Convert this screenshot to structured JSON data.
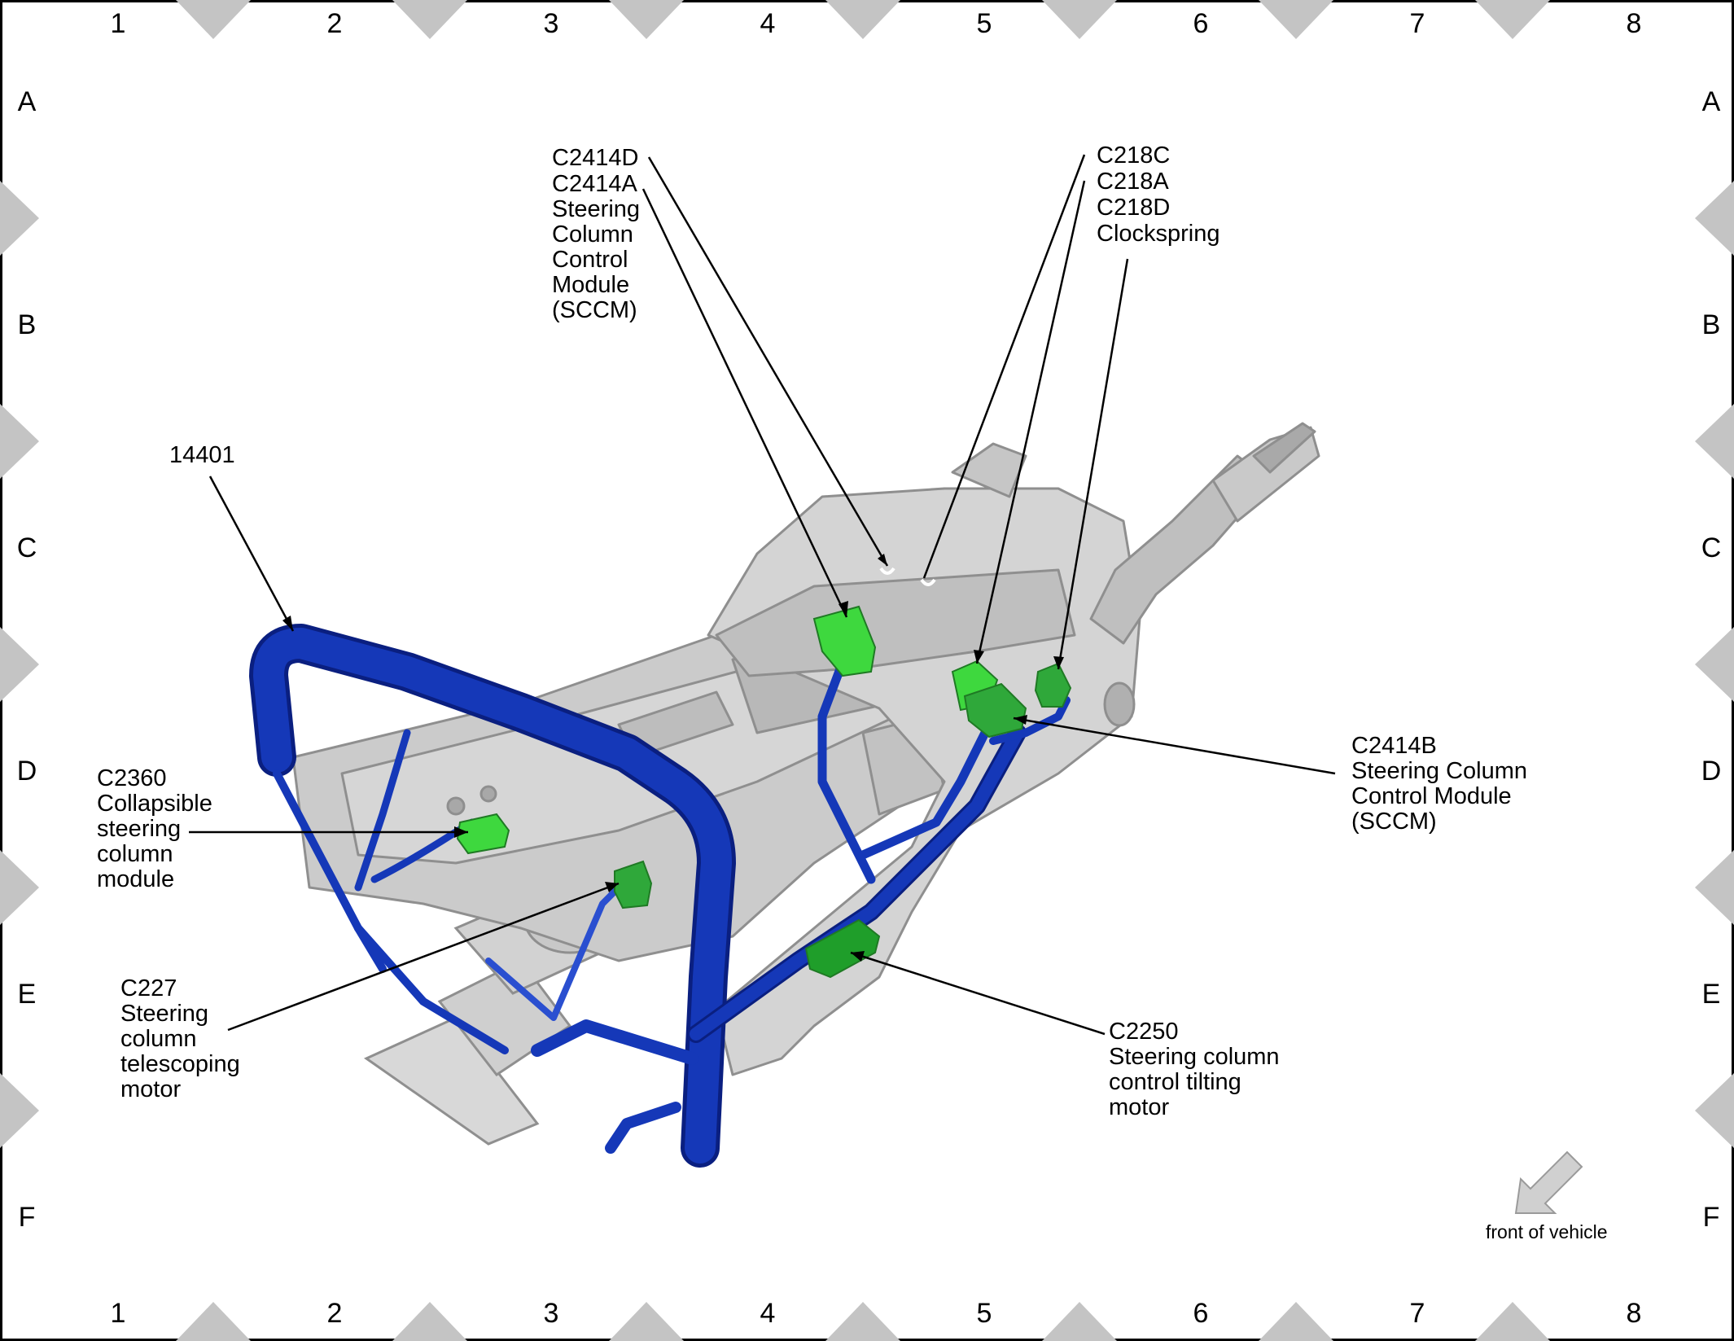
{
  "grid": {
    "columns": [
      "1",
      "2",
      "3",
      "4",
      "5",
      "6",
      "7",
      "8"
    ],
    "rows": [
      "A",
      "B",
      "C",
      "D",
      "E",
      "F"
    ]
  },
  "callouts": {
    "sccm_upper": [
      "C2414D",
      "C2414A",
      "Steering",
      "Column",
      "Control",
      "Module",
      "(SCCM)"
    ],
    "clockspring": [
      "C218C",
      "C218A",
      "C218D",
      "Clockspring"
    ],
    "harness": [
      "14401"
    ],
    "sccm_lower": [
      "C2414B",
      "Steering Column",
      "Control Module",
      "(SCCM)"
    ],
    "collapsible": [
      "C2360",
      "Collapsible",
      "steering",
      "column",
      "module"
    ],
    "telescoping": [
      "C227",
      "Steering",
      "column",
      "telescoping",
      "motor"
    ],
    "tilting": [
      "C2250",
      "Steering column",
      "control tilting",
      "motor"
    ]
  },
  "front_of_vehicle": "front of vehicle",
  "colors": {
    "harness": "#1538b8",
    "harness_dark": "#0a1f80",
    "connector": "#3ed83e",
    "connector_dark": "#1f9e2a",
    "housing": "#c9c9c9",
    "housing_edge": "#8f8f8f",
    "frame_marker": "#c4c4c4"
  }
}
